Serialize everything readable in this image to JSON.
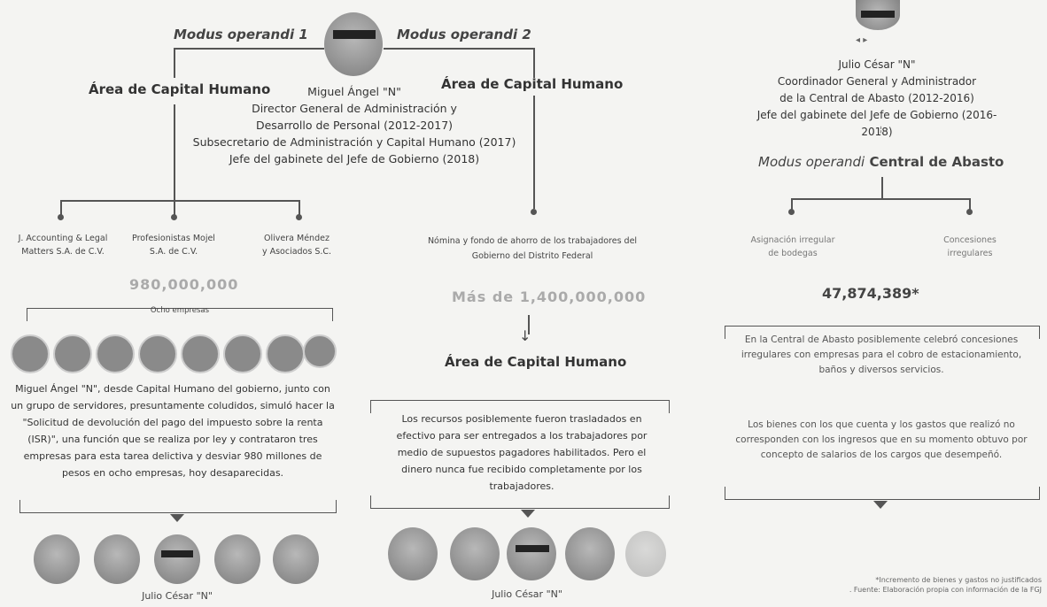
{
  "left": {
    "modus1": "Modus operandi 1",
    "modus2": "Modus operandi 2",
    "area_left": "Área de Capital Humano",
    "area_right": "Área de Capital Humano",
    "person_lines": [
      "Miguel Ángel \"N\"",
      "Director General de Administración y",
      "Desarrollo de Personal (2012-2017)",
      "Subsecretario de Administración y Capital Humano (2017)",
      "Jefe del gabinete del Jefe de Gobierno (2018)"
    ],
    "companies": [
      "J. Accounting & Legal\nMatters S.A. de C.V.",
      "Profesionistas Mojel\nS.A. de C.V.",
      "Olivera Méndez\ny Asociados S.C."
    ],
    "amount1": "980,000,000",
    "ocho": "Ocho empresas",
    "paragraph1": "Miguel Ángel \"N\", desde Capital Humano del gobierno, junto con un grupo de servidores, presuntamente coludidos, simuló hacer la \"Solicitud de devolución del pago del impuesto sobre la renta (ISR)\", una función que se realiza por ley y contrataron tres empresas para esta tarea delictiva y desviar 980 millones de pesos en ocho empresas, hoy desaparecidas.",
    "bottom_name_left": "Julio César \"N\"",
    "nomina": "Nómina y fondo de ahorro de los trabajadores del\nGobierno del Distrito Federal",
    "amount2": "Más de 1,400,000,000",
    "area_middle": "Área de Capital Humano",
    "paragraph2": "Los recursos posiblemente fueron trasladados en efectivo para ser entregados a los trabajadores por medio de supuestos pagadores habilitados. Pero el dinero nunca fue recibido completamente por los trabajadores.",
    "bottom_name_middle": "Julio César \"N\""
  },
  "right": {
    "person_lines": [
      "Julio César \"N\"",
      "Coordinador General y Administrador",
      "de la Central de Abasto (2012-2016)",
      "Jefe del gabinete del Jefe de Gobierno (2016-2018)"
    ],
    "modus_italic": "Modus operandi",
    "modus_rest": " Central de Abasto",
    "branch1": "Asignación irregular\nde bodegas",
    "branch2": "Concesiones\nirregulares",
    "amount": "47,874,389*",
    "paragraph1": "En la Central de Abasto posiblemente celebró concesiones irregulares con empresas para el cobro de estacionamiento, baños y diversos servicios.",
    "paragraph2": "Los bienes con los que cuenta y los gastos que realizó no corresponden con los ingresos que en su momento obtuvo por concepto de salarios de los cargos que desempeñó.",
    "footnote": "*Incremento de bienes y gastos no justificados\n. Fuente: Elaboración propia con información de la FGJ"
  }
}
